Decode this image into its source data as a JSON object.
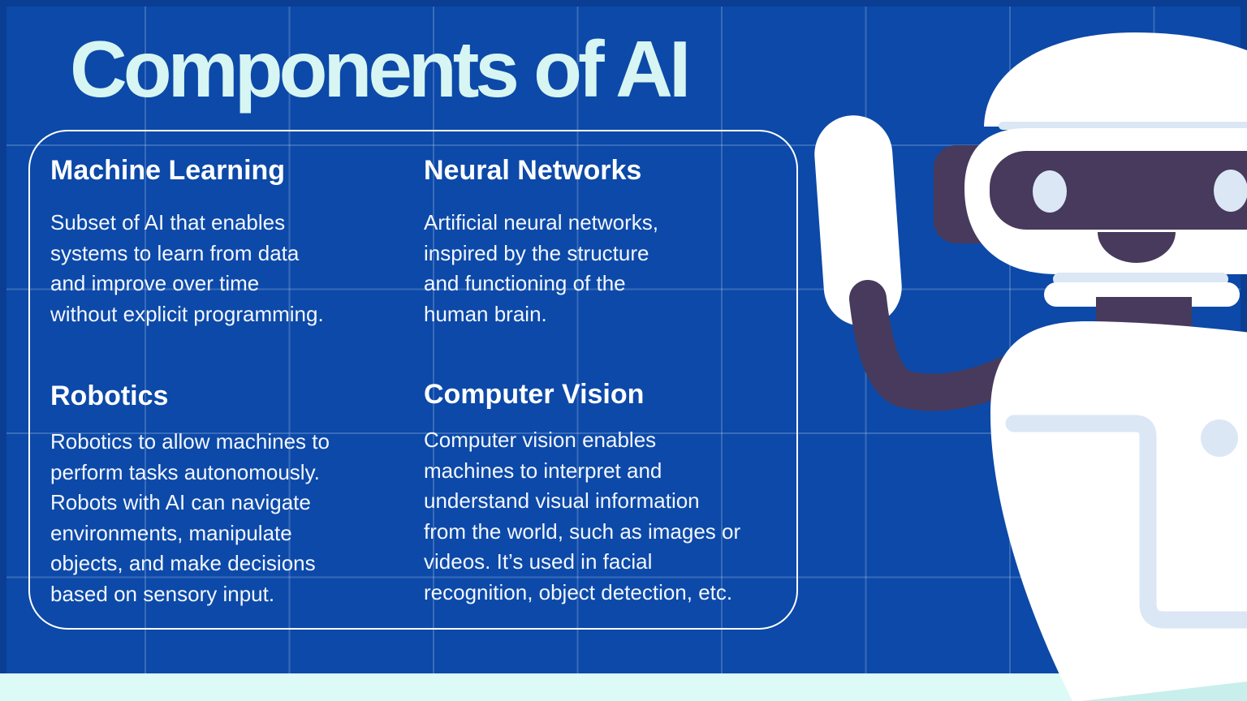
{
  "slide": {
    "title": "Components of AI",
    "cards": [
      {
        "heading": "Machine Learning",
        "body": "Subset of AI that enables\nsystems to learn from data\nand improve over time\nwithout explicit programming."
      },
      {
        "heading": "Neural Networks",
        "body": "Artificial neural networks,\ninspired by the structure\nand functioning of the\nhuman brain."
      },
      {
        "heading": "Robotics",
        "body": "Robotics to allow machines to\nperform tasks autonomously.\nRobots with AI can navigate\nenvironments, manipulate\nobjects, and make decisions\nbased on sensory input."
      },
      {
        "heading": "Computer Vision",
        "body": "Computer vision enables\nmachines to interpret and\nunderstand visual information\nfrom the world, such as images or\nvideos. It’s used in facial\nrecognition, object detection, etc."
      }
    ],
    "icons": {
      "robot": "robot-illustration"
    }
  },
  "colors": {
    "bg_blue": "#0c49a8",
    "edge_navy": "#0a3e92",
    "grid_line": "rgba(214,232,255,0.22)",
    "title_mint": "#d7f5f2",
    "heading_white": "#ffffff",
    "body_white": "#f2f6fd",
    "box_border": "#ffffff",
    "strip_cyan": "#dcfaf6",
    "robot_white": "#ffffff",
    "robot_pale": "#dbe7f5",
    "robot_purple": "#473a5c",
    "shadow_cyan": "#c9efec"
  }
}
